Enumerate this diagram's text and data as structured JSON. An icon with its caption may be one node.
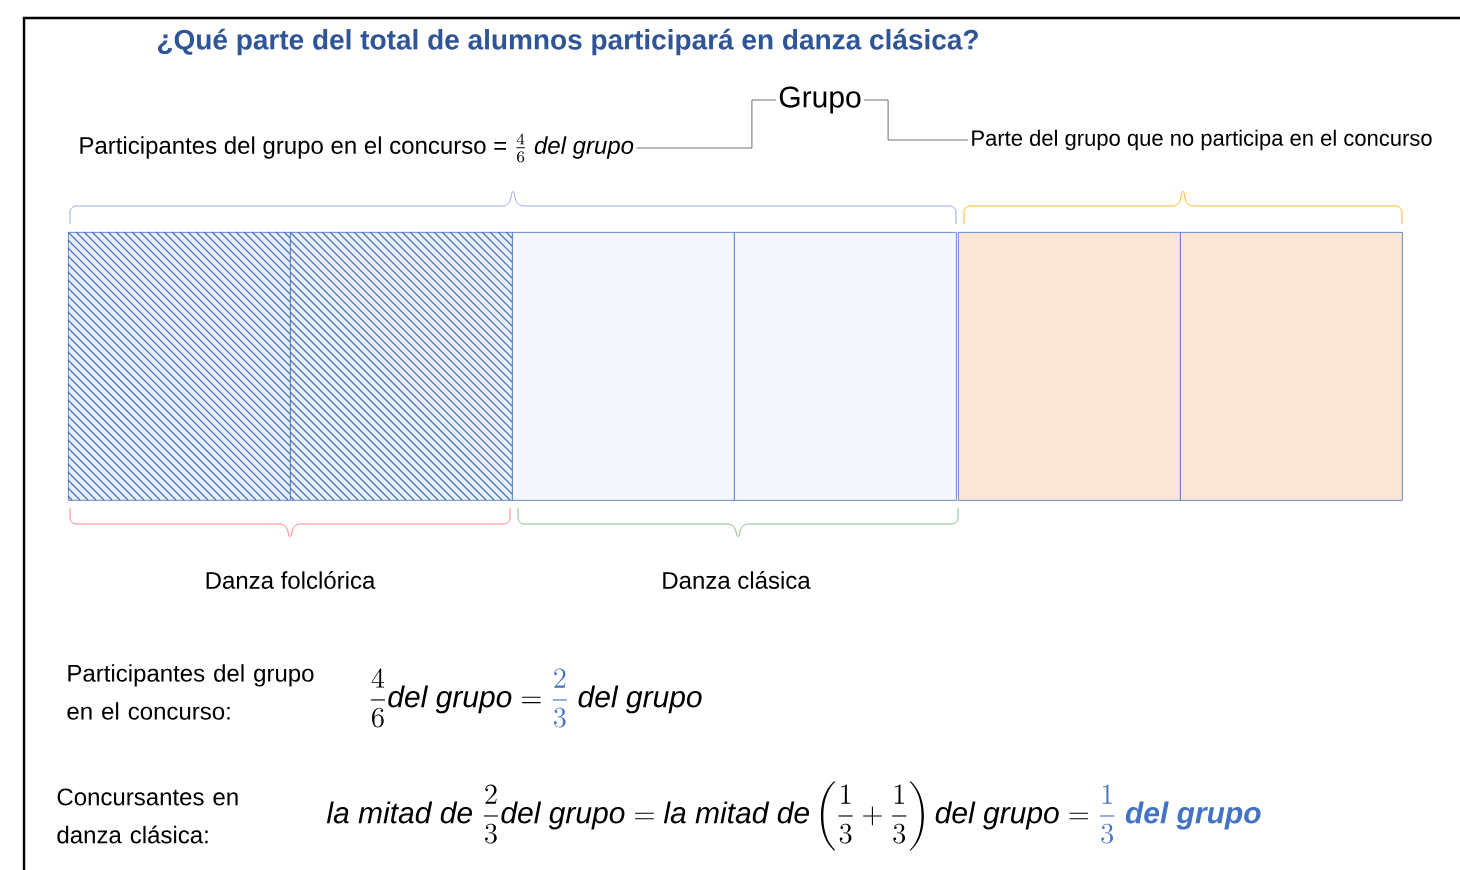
{
  "diagram": {
    "title": "¿Qué parte del total de alumnos participará en danza clásica?",
    "nodes": [
      {
        "text": [
          "Grupo"
        ]
      },
      {
        "text": [
          "Participantes del grupo en el concurso ="
        ],
        "beside": [
          "\\tfrac{4}{6}\\ \\mathit{del\\ grupo}"
        ]
      },
      {
        "text": [
          "Parte del grupo que no participa en el concurso"
        ]
      },
      {
        "text": [],
        "shape": "box"
      },
      {
        "text": [],
        "shape": "box"
      },
      {
        "text": [],
        "shape": "box"
      },
      {
        "text": [],
        "shape": "box"
      },
      {
        "text": [],
        "shape": "box"
      },
      {
        "text": [],
        "shape": "box"
      }
    ],
    "edges": [
      {
        "from": 0,
        "to": 1,
        "arrow": "none"
      },
      {
        "from": 0,
        "to": 2,
        "arrow": "none"
      }
    ],
    "labels": [
      "Danza folclórica",
      "Danza clásica",
      "Participantes del grupo en el concurso:",
      "\\frac{4}{6}\\mathit{del\\ grupo}=\\textcolor[HTML]{4472C4}{\\frac{2}{3}}\\ \\mathit{del\\ grupo}",
      "Concursantes en danza clásica:",
      "\\mathit{la\\ mitad\\ de}\\ \\frac{2}{3}\\mathit{del\\ grupo}=\\mathit{la\\ mitad\\ de}\\left(\\frac{1}{3}+\\frac{1}{3}\\right)\\mathit{del\\ grupo}=\\textcolor[HTML]{4472C4}{\\frac{1}{3}\\ \\boldsymbol{\\mathit{del\\ grupo}}}"
    ]
  }
}
